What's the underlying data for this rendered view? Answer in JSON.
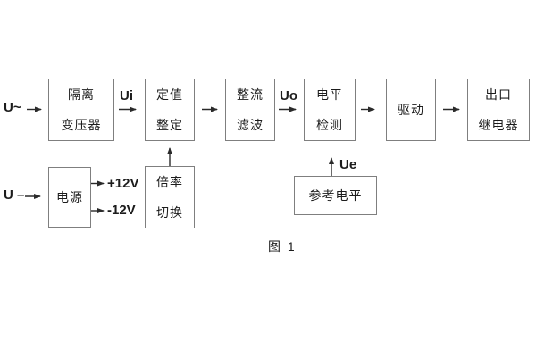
{
  "diagram": {
    "caption": "图 1",
    "colors": {
      "background": "#ffffff",
      "box_border": "#7f7f7f",
      "text": "#1c1c1c",
      "arrow": "#2a2a2a"
    },
    "inputs": {
      "ac": "U~",
      "dc": "U –"
    },
    "signals": {
      "ui": "Ui",
      "uo": "Uo",
      "ue": "Ue",
      "plus12": "+12V",
      "minus12": "-12V"
    },
    "boxes": {
      "transformer": {
        "lines": [
          "隔离",
          "变压器"
        ]
      },
      "setting": {
        "lines": [
          "定值",
          "整定"
        ]
      },
      "rectifier": {
        "lines": [
          "整流",
          "滤波"
        ]
      },
      "level": {
        "lines": [
          "电平",
          "检测"
        ]
      },
      "driver": {
        "lines": [
          "驱动"
        ]
      },
      "relay": {
        "lines": [
          "出口",
          "继电器"
        ]
      },
      "power": {
        "lines": [
          "电源"
        ]
      },
      "ratio": {
        "lines": [
          "倍率",
          "切换"
        ]
      },
      "reference": {
        "lines": [
          "参考电平"
        ]
      }
    }
  }
}
